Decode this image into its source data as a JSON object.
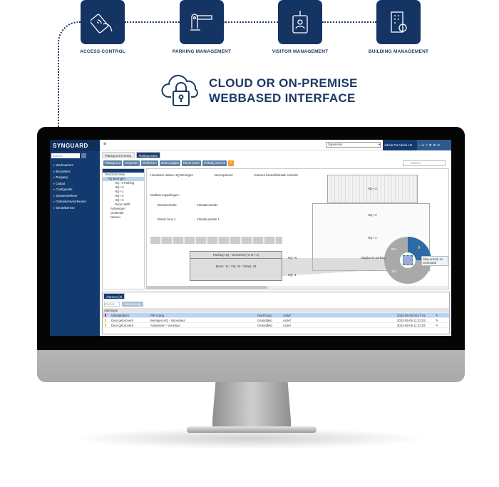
{
  "features": [
    {
      "label": "ACCESS CONTROL",
      "icon": "access-card-icon"
    },
    {
      "label": "PARKING MANAGEMENT",
      "icon": "parking-barrier-icon"
    },
    {
      "label": "VISITOR MANAGEMENT",
      "icon": "visitor-badge-icon"
    },
    {
      "label": "BUILDING MANAGEMENT",
      "icon": "building-gear-icon"
    }
  ],
  "headline": {
    "line1": "CLOUD OR ON-PREMISE",
    "line2": "WEBBASED INTERFACE",
    "icon": "cloud-lock-icon"
  },
  "app": {
    "logo": "SYNGUARD",
    "search_placeholder": "Zoeken",
    "nav": [
      "Werknemers",
      "Bezoekers",
      "Toegang",
      "Output",
      "Configuratie",
      "Systeembeheer",
      "Gebruikersvoorkeuren",
      "Sleutelbeheer"
    ],
    "role_select": "Supervisor",
    "user": "Admin FN Admin LN",
    "tabs": [
      "Plattegrond monitor",
      "Plattegronden"
    ],
    "toolbar": [
      "Plattegrond",
      "Vergroten",
      "Verkleinen",
      "Zoom pagina",
      "Reset zoom",
      "Volledig scherm"
    ],
    "canvas_search_placeholder": "Zoeken",
    "tree": [
      "Overzicht sites",
      "HQ Beringen",
      "HQ -1 Parking",
      "HQ +0",
      "HQ +1",
      "HQ +2",
      "HQ +3",
      "Demo Wall",
      "Antwerpen",
      "Oostende",
      "Namen"
    ],
    "canvas": {
      "links": [
        "Hardware status HQ Beringen",
        "Demopaneel",
        "Camera brand/inbraak centrale"
      ],
      "modbus_title": "Modbus koppelingen:",
      "modbus": [
        "Brandcentrale",
        "Inbraakcentrale",
        "Brand zone 1",
        "Inbraak partitie 1"
      ],
      "floors": [
        "HQ +3",
        "HQ +2",
        "HQ +1",
        "HQ +0",
        "HQ -1"
      ],
      "parking_title": "Parking HQ - Overzicht (+0 en -1)",
      "parking_stats": "Bezet: 11 / Vrij: 23 / Totaal: 34",
      "barrier": "Slagboom parking",
      "menu": [
        "60s",
        "15s"
      ],
      "tooltip": "Stop unlock on command"
    },
    "alarms": {
      "tab": "Alarmen (3)",
      "search_placeholder": "Zoeken",
      "ack_button": "Acknowledge",
      "header": "Alarmtype",
      "rows": [
        {
          "type": "Inbraakalarm",
          "source": "PIR Gang",
          "priority": "Heel hoog",
          "status": "Actief",
          "time": "2022-05-05 05:27:02",
          "color": "#e02020"
        },
        {
          "type": "Deur geforceerd",
          "source": "Beringen HQ - Inkomdeur",
          "priority": "Gemiddeld",
          "status": "Actief",
          "time": "2022-05-06 11:22:53",
          "color": "#f0d000"
        },
        {
          "type": "Deur geforceerd",
          "source": "Antwerpen - Voordeur",
          "priority": "Gemiddeld",
          "status": "Actief",
          "time": "2022-05-06 11:22:53",
          "color": "#f0d000"
        }
      ]
    }
  }
}
